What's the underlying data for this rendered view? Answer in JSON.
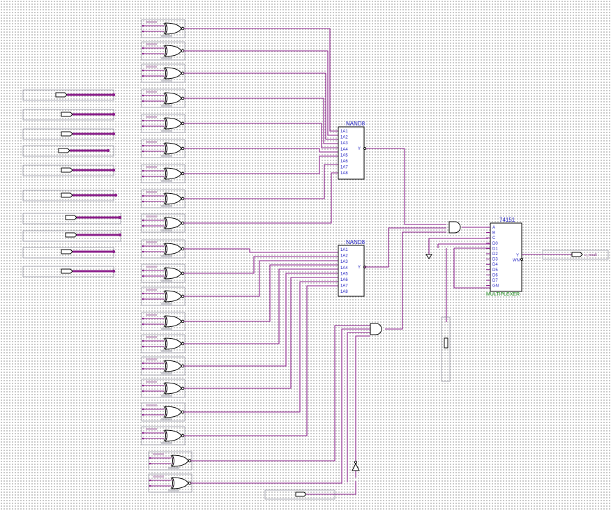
{
  "window": {
    "title": ""
  },
  "nand_blocks": [
    {
      "name": "NAND8",
      "inputs": [
        "1A1",
        "1A2",
        "1A3",
        "1A4",
        "1A5",
        "1A6",
        "1A7",
        "1A8"
      ],
      "output": "Y"
    },
    {
      "name": "NAND8",
      "inputs": [
        "1A1",
        "1A2",
        "1A3",
        "1A4",
        "1A5",
        "1A6",
        "1A7",
        "1A8"
      ],
      "output": "Y"
    }
  ],
  "mux": {
    "part": "74151",
    "kind": "MULTIPLEXER",
    "pins_left": [
      "A",
      "B",
      "C",
      "D0",
      "D1",
      "D2",
      "D3",
      "D4",
      "D5",
      "D6",
      "D7",
      "GN"
    ],
    "pins_right": [
      "Y",
      "WN"
    ]
  },
  "output_port": {
    "label": "o_result"
  },
  "colors": {
    "wire": "#8b1f8b",
    "part_text": "#2020c0",
    "kind_text": "#1a8a1a",
    "grid": "#8f8f8f"
  }
}
